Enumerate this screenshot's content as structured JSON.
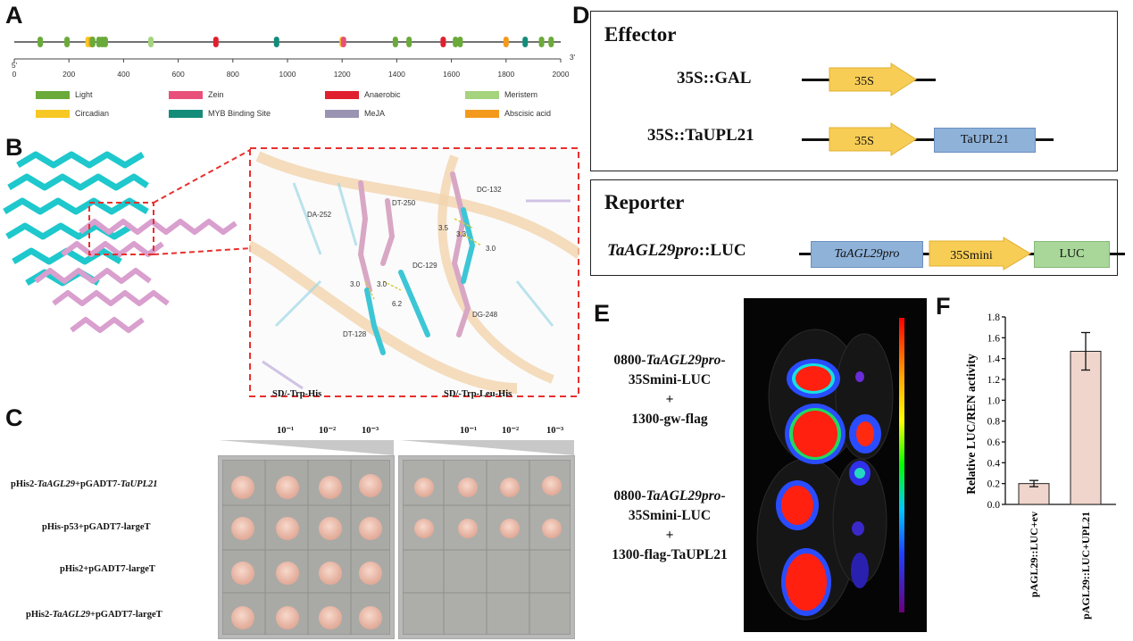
{
  "panels": {
    "A": "A",
    "B": "B",
    "C": "C",
    "D": "D",
    "E": "E",
    "F": "F"
  },
  "panelA": {
    "start_label": "5'",
    "end_label": "3'",
    "ticks": [
      "0",
      "200",
      "400",
      "600",
      "800",
      "1000",
      "1200",
      "1400",
      "1600",
      "1800",
      "2000"
    ],
    "legend": [
      {
        "label": "Light",
        "color": "#6aaa3a"
      },
      {
        "label": "Zein",
        "color": "#e8507a"
      },
      {
        "label": "Anaerobic",
        "color": "#e0202e"
      },
      {
        "label": "Meristem",
        "color": "#a5d37e"
      },
      {
        "label": "Circadian",
        "color": "#f7c824"
      },
      {
        "label": "MYB Binding Site",
        "color": "#138c7a"
      },
      {
        "label": "MeJA",
        "color": "#9b93b2"
      },
      {
        "label": "Abscisic acid",
        "color": "#f39a1d"
      }
    ]
  },
  "panelB": {
    "residues": [
      "DA-252",
      "DT-250",
      "DC-132",
      "DC-129",
      "DG-248",
      "DT-128"
    ],
    "distances": [
      "3.5",
      "3.3",
      "3.0",
      "3.0",
      "3.0",
      "6.2"
    ]
  },
  "panelC": {
    "media": [
      "SD/-Trp-His",
      "SD/-Trp-Leu-His"
    ],
    "dilutions": [
      "10⁻¹",
      "10⁻²",
      "10⁻³"
    ],
    "rows": [
      {
        "pre": "pHis2-",
        "gene": "TaAGL29",
        "mid": "+pGADT7-",
        "gene2": "TaUPL21",
        "post": ""
      },
      {
        "pre": "pHis-p53+pGADT7-largeT",
        "gene": "",
        "mid": "",
        "gene2": "",
        "post": ""
      },
      {
        "pre": "pHis2+pGADT7-largeT",
        "gene": "",
        "mid": "",
        "gene2": "",
        "post": ""
      },
      {
        "pre": "pHis2-",
        "gene": "TaAGL29",
        "mid": "+pGADT7-largeT",
        "gene2": "",
        "post": ""
      }
    ]
  },
  "panelD": {
    "effector_title": "Effector",
    "reporter_title": "Reporter",
    "construct1": "35S::GAL",
    "construct2": "35S::TaUPL21",
    "construct3_italic": "TaAGL29pro",
    "construct3_rest": "::LUC",
    "promoter": "35S",
    "gene": "TaUPL21",
    "rep_promoter": "TaAGL29pro",
    "rep_mini": "35Smini",
    "rep_luc": "LUC"
  },
  "panelE": {
    "group1": {
      "line1a": "0800-",
      "line1b": "TaAGL29pro",
      "line1c": "-",
      "line2": "35Smini-LUC",
      "line3": "+",
      "line4": "1300-gw-flag"
    },
    "group2": {
      "line1a": "0800-",
      "line1b": "TaAGL29pro",
      "line1c": "-",
      "line2": "35Smini-LUC",
      "line3": "+",
      "line4": "1300-flag-TaUPL21"
    }
  },
  "chart_data": {
    "type": "bar",
    "categories": [
      "pAGL29::LUC+ev",
      "pAGL29::LUC+UPL21"
    ],
    "values": [
      0.2,
      1.47
    ],
    "errors": [
      0.03,
      0.18
    ],
    "ylabel": "Relative LUC/REN activity",
    "ylim": [
      0,
      1.8
    ],
    "yticks": [
      "0.0",
      "0.2",
      "0.4",
      "0.6",
      "0.8",
      "1.0",
      "1.2",
      "1.4",
      "1.6",
      "1.8"
    ],
    "bar_color": "#f0d5cc"
  }
}
